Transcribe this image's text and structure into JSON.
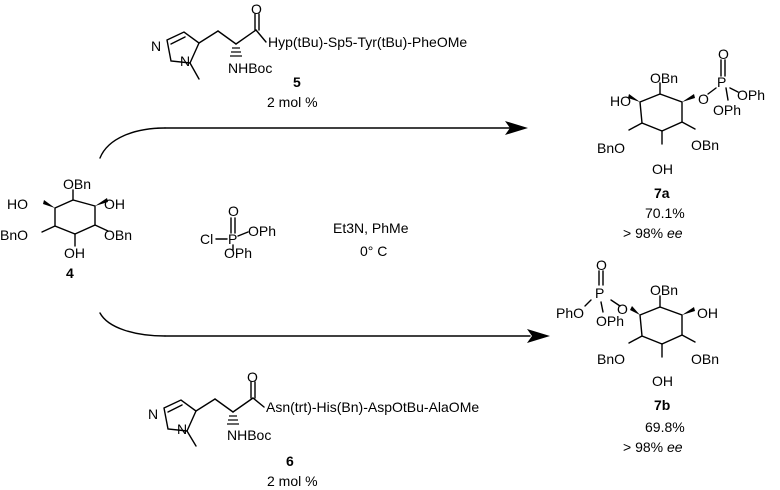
{
  "catalyst_top": {
    "peptide_chain": "Hyp(tBu)-Sp5-Tyr(tBu)-PheOMe",
    "nhboc": "NHBoc",
    "carbonyl_o": "O",
    "ring_n": "N",
    "number": "5",
    "loading": "2 mol %"
  },
  "catalyst_bottom": {
    "peptide_chain": "Asn(trt)-His(Bn)-AspOtBu-AlaOMe",
    "nhboc": "NHBoc",
    "carbonyl_o": "O",
    "ring_n": "N",
    "number": "6",
    "loading": "2 mol %"
  },
  "reagent": {
    "cl": "Cl",
    "p": "P",
    "o": "O",
    "oph_right": "OPh",
    "oph_down": "OPh",
    "conditions_1": "Et3N, PhMe",
    "conditions_2": "0° C"
  },
  "starting_material": {
    "number": "4",
    "obn_top": "OBn",
    "ho_left": "HO",
    "oh_right": "OH",
    "bno_left": "BnO",
    "obn_right": "OBn",
    "oh_bottom": "OH"
  },
  "product_a": {
    "number": "7a",
    "yield": "70.1%",
    "ee_value": "> 98%",
    "ee_label": "ee",
    "obn_top": "OBn",
    "ho_left": "HO",
    "bno_left": "BnO",
    "obn_right": "OBn",
    "oh_bottom": "OH",
    "o_link": "O",
    "p": "P",
    "o_top": "O",
    "oph_1": "OPh",
    "oph_2": "OPh"
  },
  "product_b": {
    "number": "7b",
    "yield": "69.8%",
    "ee_value": "> 98%",
    "ee_label": "ee",
    "obn_top": "OBn",
    "oh_right": "OH",
    "bno_left": "BnO",
    "obn_right": "OBn",
    "oh_bottom": "OH",
    "o_link": "O",
    "p": "P",
    "o_top": "O",
    "pho": "PhO",
    "oph": "OPh"
  }
}
